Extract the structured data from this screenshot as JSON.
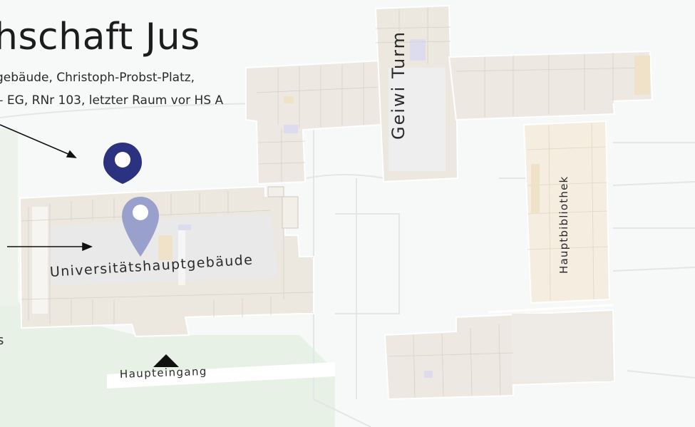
{
  "heading": {
    "title": "hschaft Jus",
    "address_line1": "gebäude, Christoph-Probst-Platz,",
    "address_line2": "– EG, RNr 103, letzter Raum vor HS A",
    "side_fragment": "s"
  },
  "buildings": {
    "main": "Universitätshauptgebäude",
    "tower": "Geiwi Turm",
    "library": "Hauptbibliothek"
  },
  "entrance": {
    "label": "Haupteingang",
    "icon": "triangle-up-icon"
  },
  "markers": [
    {
      "name": "primary-location-pin",
      "color": "#2b3280"
    },
    {
      "name": "secondary-location-pin",
      "color": "#9aa0cc"
    }
  ],
  "colors": {
    "background": "#f7f8f8",
    "building_fill": "#ede9e2",
    "library_fill": "#f5ede0",
    "grass": "#e8f1e6",
    "pin_primary": "#2b3280",
    "pin_secondary": "#9aa0cc"
  }
}
